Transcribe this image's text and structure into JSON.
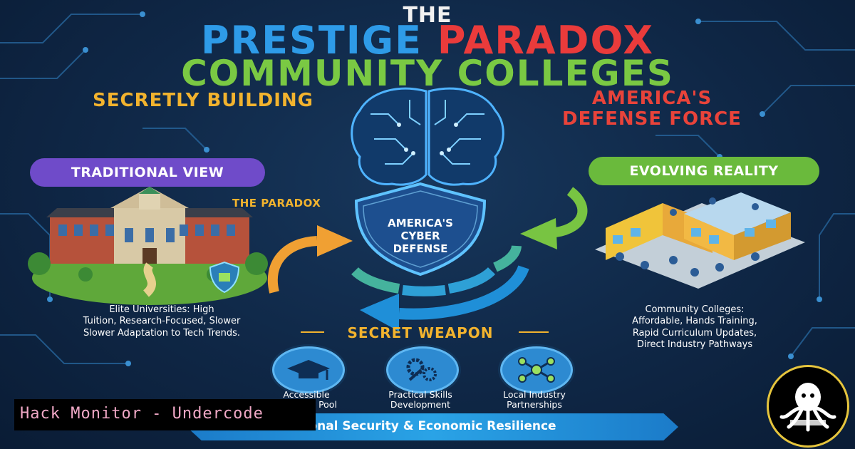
{
  "header": {
    "the": "THE",
    "title_word1": "PRESTIGE",
    "title_word2": "PARADOX",
    "title_line2": "COMMUNITY COLLEGES",
    "subtitle_left": "SECRETLY BUILDING",
    "subtitle_right_line1": "AMERICA'S",
    "subtitle_right_line2": "DEFENSE FORCE"
  },
  "left": {
    "pill": "TRADITIONAL VIEW",
    "caption_line1": "Elite Universities: High",
    "caption_line2": "Tuition, Research-Focused, Slower",
    "caption_line3": "Slower Adaptation to Tech Trends."
  },
  "right": {
    "pill": "EVOLVING REALITY",
    "caption_line1": "Community Colleges:",
    "caption_line2": "Affordable, Hands Training,",
    "caption_line3": "Rapid Curriculum Updates,",
    "caption_line4": "Direct Industry Pathways"
  },
  "center": {
    "paradox_label": "THE PARADOX",
    "shield_line1": "AMERICA'S",
    "shield_line2": "CYBER",
    "shield_line3": "DEFENSE",
    "secret_weapon": "SECRET WEAPON"
  },
  "weapons": [
    {
      "icon": "graduation-cap-icon",
      "line1": "Accessible",
      "line2": "Pool"
    },
    {
      "icon": "gears-wrench-icon",
      "line1": "Practical Skills",
      "line2": "Development"
    },
    {
      "icon": "network-nodes-icon",
      "line1": "Local Industry",
      "line2": "Partnerships"
    }
  ],
  "banner": "onal Security & Economic Resilience",
  "overlay": "Hack Monitor - Undercode",
  "colors": {
    "background": "#0f2746",
    "blue": "#2e9be8",
    "red": "#ea3b3b",
    "green": "#7ac943",
    "gold": "#f2b32e",
    "purple": "#6f4bc9"
  }
}
